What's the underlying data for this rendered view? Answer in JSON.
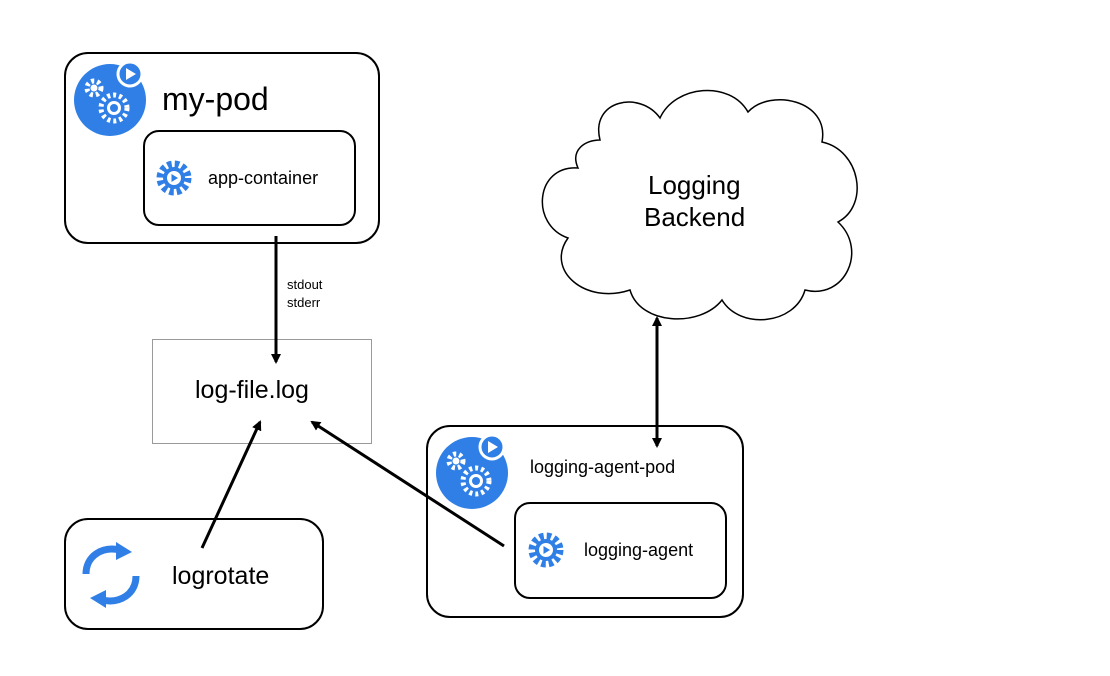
{
  "pod": {
    "title": "my-pod",
    "icon": "pod-gears-icon"
  },
  "app_container": {
    "label": "app-container",
    "icon": "container-gear-icon"
  },
  "stream": {
    "line1": "stdout",
    "line2": "stderr"
  },
  "logfile": {
    "label": "log-file.log"
  },
  "logrotate": {
    "label": "logrotate",
    "icon": "rotate-arrows-icon"
  },
  "backend": {
    "line1": "Logging",
    "line2": "Backend"
  },
  "agent_pod": {
    "title": "logging-agent-pod",
    "icon": "pod-gears-icon"
  },
  "agent": {
    "label": "logging-agent",
    "icon": "container-gear-icon"
  },
  "colors": {
    "accent": "#2f7fe6",
    "line": "#000000",
    "file_border": "#9a9a9a"
  }
}
